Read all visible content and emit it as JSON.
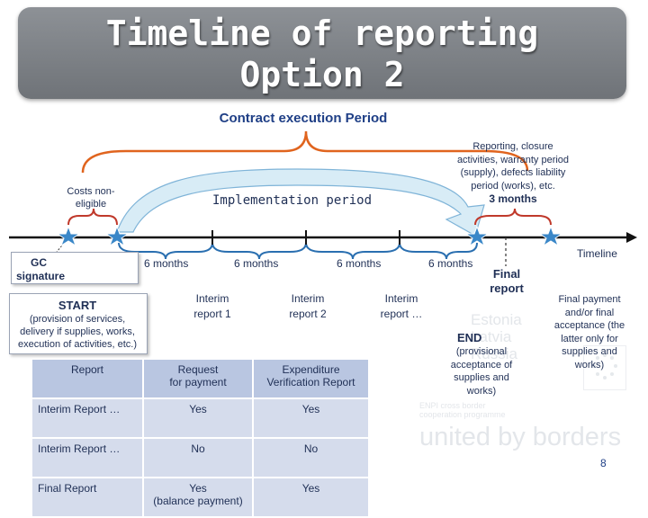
{
  "title": {
    "line1": "Timeline of reporting",
    "line2": "Option 2"
  },
  "contract_period": "Contract execution Period",
  "costs_non_eligible": {
    "line1": "Costs non-",
    "line2": "eligible"
  },
  "implementation_period": "Implementation period",
  "reporting_closure": {
    "line1": "Reporting, closure",
    "line2": "activities, warranty period",
    "line3": "(supply), defects liability",
    "line4": "period (works), etc.",
    "duration": "3 months"
  },
  "timeline_label": "Timeline",
  "gc_signature": {
    "line1": "GC",
    "line2": "signature"
  },
  "months": [
    "6 months",
    "6 months",
    "6 months",
    "6 months"
  ],
  "start": {
    "title": "START",
    "line1": "(provision of services,",
    "line2": "delivery if supplies, works,",
    "line3": "execution of activities, etc.)"
  },
  "interim_reports": [
    {
      "line1": "Interim",
      "line2": "report 1"
    },
    {
      "line1": "Interim",
      "line2": "report 2"
    },
    {
      "line1": "Interim",
      "line2": "report …"
    }
  ],
  "final_report": {
    "line1": "Final",
    "line2": "report"
  },
  "final_payment": {
    "line1": "Final payment",
    "line2": "and/or final",
    "line3": "acceptance (the",
    "line4": "latter only for",
    "line5": "supplies and",
    "line6": "works)"
  },
  "end": {
    "title": "END",
    "line1": "(provisional",
    "line2": "acceptance of",
    "line3": "supplies and",
    "line4": "works)"
  },
  "watermark": {
    "countries": [
      "Estonia",
      "Latvia",
      "Russia"
    ],
    "programme_line1": "ENPI cross border",
    "programme_line2": "cooperation programme",
    "slogan": "united by borders"
  },
  "table": {
    "header": {
      "col1": "Report",
      "col2a": "Request",
      "col2b": "for payment",
      "col3a": "Expenditure",
      "col3b": "Verification Report"
    },
    "rows": [
      {
        "report": "Interim Report …",
        "payment": "Yes",
        "payment2": "",
        "verification": "Yes"
      },
      {
        "report": "Interim Report …",
        "payment": "No",
        "payment2": "",
        "verification": "No"
      },
      {
        "report": "Final Report",
        "payment": "Yes",
        "payment2": "(balance payment)",
        "verification": "Yes"
      }
    ]
  },
  "page_number": "8",
  "colors": {
    "title_bg": "#7f8388",
    "dark_blue": "#1f3f86",
    "brace_orange": "#e0641e",
    "brace_red": "#c0392b",
    "brace_blue": "#2a6fb0",
    "star_blue": "#3a87c8",
    "arrow_fill": "#d8ecf6"
  }
}
